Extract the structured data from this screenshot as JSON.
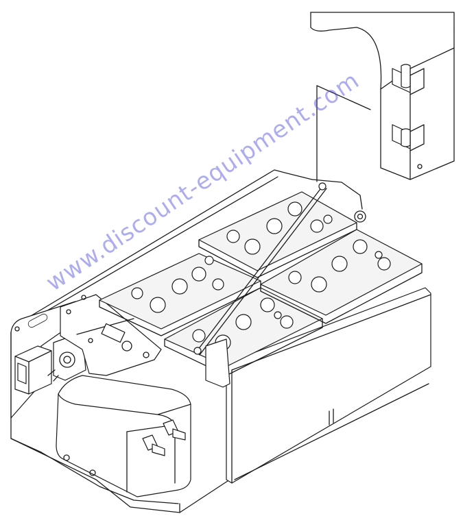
{
  "watermark": {
    "text": "www.discount-equipment.com",
    "color": "#4646dc"
  },
  "diagram": {
    "subject": "battery-compartment-assembly",
    "battery_count": 4
  }
}
